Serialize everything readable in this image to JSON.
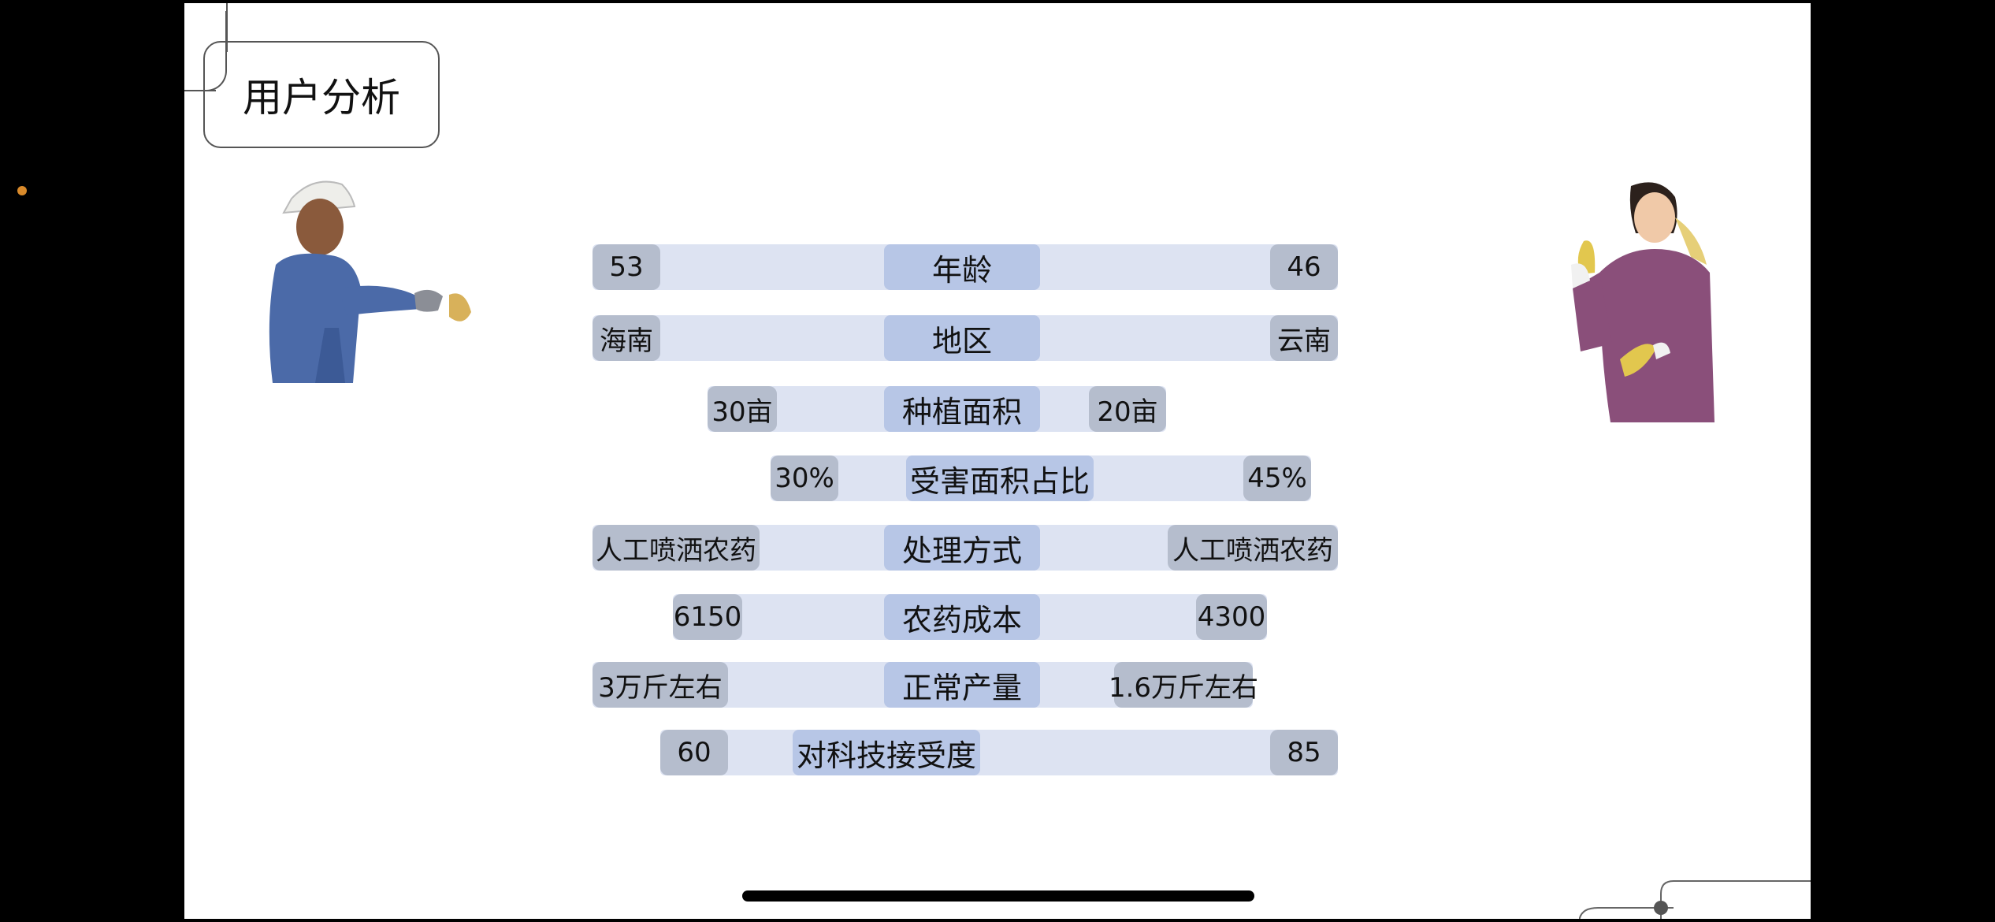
{
  "slide": {
    "title": "用户分析"
  },
  "rows": [
    {
      "label": "年龄",
      "left": "53",
      "right": "46"
    },
    {
      "label": "地区",
      "left": "海南",
      "right": "云南"
    },
    {
      "label": "种植面积",
      "left": "30亩",
      "right": "20亩"
    },
    {
      "label": "受害面积占比",
      "left": "30%",
      "right": "45%"
    },
    {
      "label": "处理方式",
      "left": "人工喷洒农药",
      "right": "人工喷洒农药"
    },
    {
      "label": "农药成本",
      "left": "6150",
      "right": "4300"
    },
    {
      "label": "正常产量",
      "left": "3万斤左右",
      "right": "1.6万斤左右"
    },
    {
      "label": "对科技接受度",
      "left": "60",
      "right": "85"
    }
  ],
  "colors": {
    "row_bg": "#dde3f2",
    "value_pill": "#b5bdcd",
    "label_pill": "#b7c6e6",
    "accent_dot": "#d98a2b"
  },
  "icons": [
    "farmer-man-photo",
    "farmer-woman-photo"
  ]
}
